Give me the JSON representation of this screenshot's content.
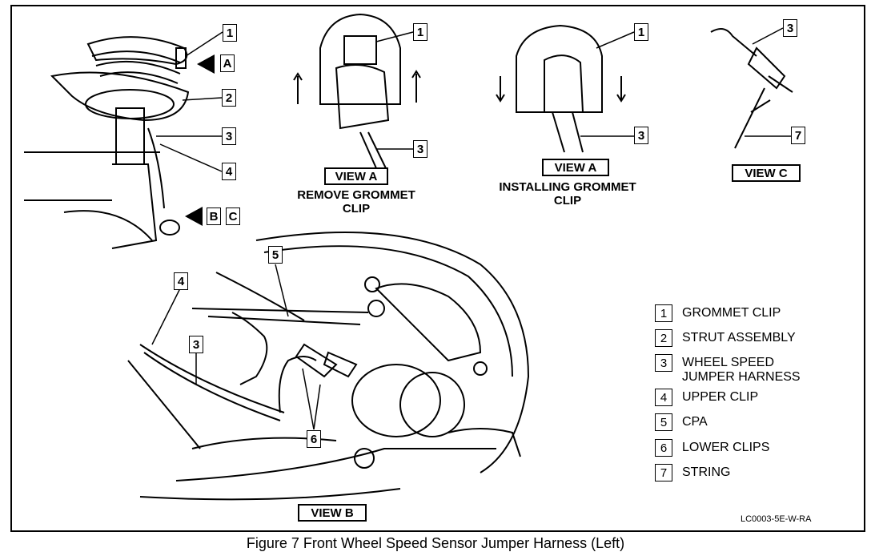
{
  "views": {
    "view_a_remove": {
      "label": "VIEW A",
      "caption_line1": "REMOVE GROMMET",
      "caption_line2": "CLIP"
    },
    "view_a_install": {
      "label": "VIEW A",
      "caption_line1": "INSTALLING GROMMET",
      "caption_line2": "CLIP"
    },
    "view_c": {
      "label": "VIEW C"
    },
    "view_b": {
      "label": "VIEW B"
    }
  },
  "arrow_tags": {
    "a": "A",
    "b": "B",
    "c": "C"
  },
  "callouts": {
    "c1": "1",
    "c2": "2",
    "c3": "3",
    "c4": "4",
    "c5": "5",
    "c6": "6",
    "c7": "7"
  },
  "legend": [
    {
      "num": "1",
      "label": "GROMMET CLIP"
    },
    {
      "num": "2",
      "label": "STRUT ASSEMBLY"
    },
    {
      "num": "3",
      "label": "WHEEL SPEED",
      "label2": "JUMPER HARNESS"
    },
    {
      "num": "4",
      "label": "UPPER CLIP"
    },
    {
      "num": "5",
      "label": "CPA"
    },
    {
      "num": "6",
      "label": "LOWER CLIPS"
    },
    {
      "num": "7",
      "label": "STRING"
    }
  ],
  "figure_code": "LC0003-5E-W-RA",
  "figure_title": "Figure 7 Front Wheel Speed Sensor Jumper Harness (Left)"
}
